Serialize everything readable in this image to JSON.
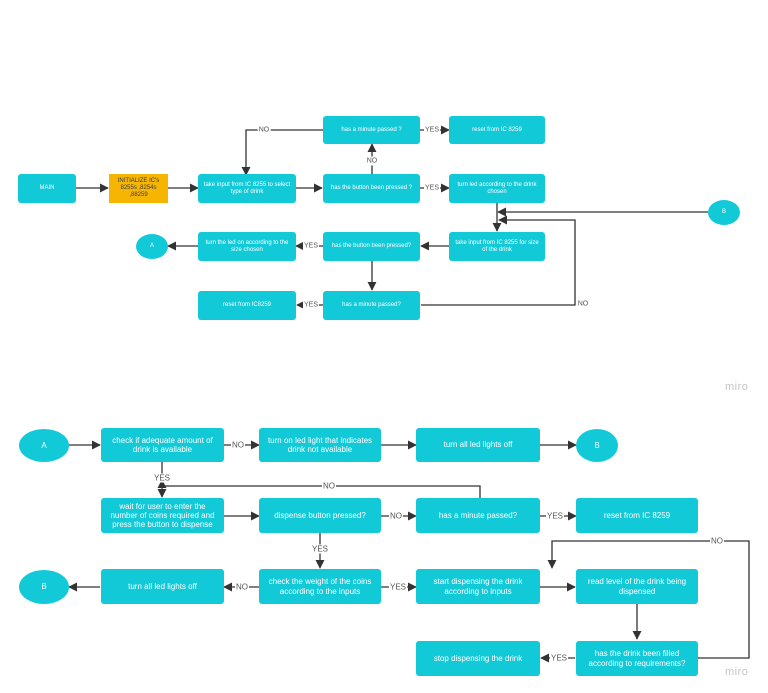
{
  "colors": {
    "node": "#12c9d8",
    "init": "#f6b500",
    "line": "#333333"
  },
  "top": {
    "main": "MAIN",
    "init": "INITIALIZE IC's 8255s ,8254s ,88259",
    "take_input_type": "take input from IC 8255 to select type of drink",
    "btn_pressed_1": "has the button been pressed ?",
    "minute_1": "has a minute passed ?",
    "reset_1": "reset from IC 8259",
    "turn_led_chosen": "turn led according to the drink chosen",
    "connector_b": "B",
    "take_input_size": "take input from IC 8255 for size of the drink",
    "btn_pressed_2": "has the button been pressed?",
    "turn_led_size": "turn the led on according to the size chosen",
    "connector_a": "A",
    "minute_2": "has a minute passed?",
    "reset_2": "reset from IC8259"
  },
  "bottom": {
    "connector_a": "A",
    "check_drink": "check if adequate amount of drink is available",
    "led_not_available": "turn on led light that indicates drink not available",
    "all_off_1": "turn all led lights off",
    "connector_b_right": "B",
    "wait_coins": "wait for user to enter the number of coins required and press the button to dispense",
    "dispense_pressed": "dispense button pressed?",
    "minute": "has a minute passed?",
    "reset": "reset from  IC 8259",
    "check_weight": "check the weight of the coins according to the inputs",
    "start_dispensing": "start dispensing the drink according to  inputs",
    "read_level": "read level of the drink being dispensed",
    "all_off_2": "turn all led lights off",
    "connector_b_left": "B",
    "filled": "has the drink been filled according to requirements?",
    "stop": "stop dispensing the drink"
  },
  "labels": {
    "yes": "YES",
    "no": "NO"
  },
  "watermark": "miro"
}
